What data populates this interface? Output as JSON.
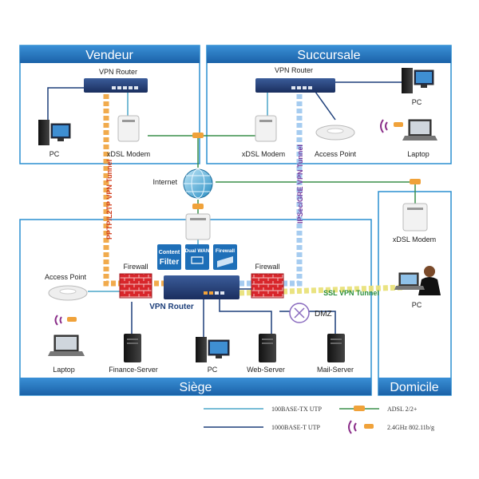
{
  "zones": {
    "vendeur": "Vendeur",
    "succursale": "Succursale",
    "siege": "Siège",
    "domicile": "Domicile"
  },
  "labels": {
    "vpn_router_vendeur": "VPN Router",
    "pc_vendeur": "PC",
    "xdsl_vendeur": "xDSL Modem",
    "vpn_router_succursale": "VPN Router",
    "pc_succursale": "PC",
    "xdsl_succursale": "xDSL Modem",
    "access_point_succursale": "Access Point",
    "laptop_succursale": "Laptop",
    "internet": "Internet",
    "access_point_siege": "Access Point",
    "firewall_left": "Firewall",
    "firewall_right": "Firewall",
    "vpn_router_siege": "VPN Router",
    "dmz": "DMZ",
    "laptop_siege": "Laptop",
    "finance_server": "Finance-Server",
    "pc_siege": "PC",
    "web_server": "Web-Server",
    "mail_server": "Mail-Server",
    "xdsl_domicile": "xDSL Modem",
    "pc_domicile": "PC"
  },
  "tunnels": {
    "pptp": "PPTP/L2TP VPN Tunnel",
    "ipsec": "IPSec/GRE VPN Tunnel",
    "ssl": "SSL VPN Tunnel"
  },
  "features": {
    "content_filter_1": "Content",
    "content_filter_2": "Filter",
    "dual_wan": "Dual WAN",
    "firewall_badge": "Firewall"
  },
  "legend": {
    "fast_ethernet": "100BASE-TX UTP",
    "gigabit": "1000BASE-T UTP",
    "adsl": "ADSL 2/2+",
    "wifi": "2.4GHz 802.11b/g"
  },
  "colors": {
    "header_blue": "#1e6fb8",
    "zone_border": "#2a8fd0",
    "line_light_blue": "#4aa6c9",
    "line_dark_blue": "#1d3f7a",
    "adsl_green": "#3a8f4a",
    "pptp_orange": "#f0a23a",
    "ipsec_blue": "#9cc7ee",
    "ssl_yellow": "#e9e27a",
    "wifi_purple": "#8b2f8a"
  }
}
